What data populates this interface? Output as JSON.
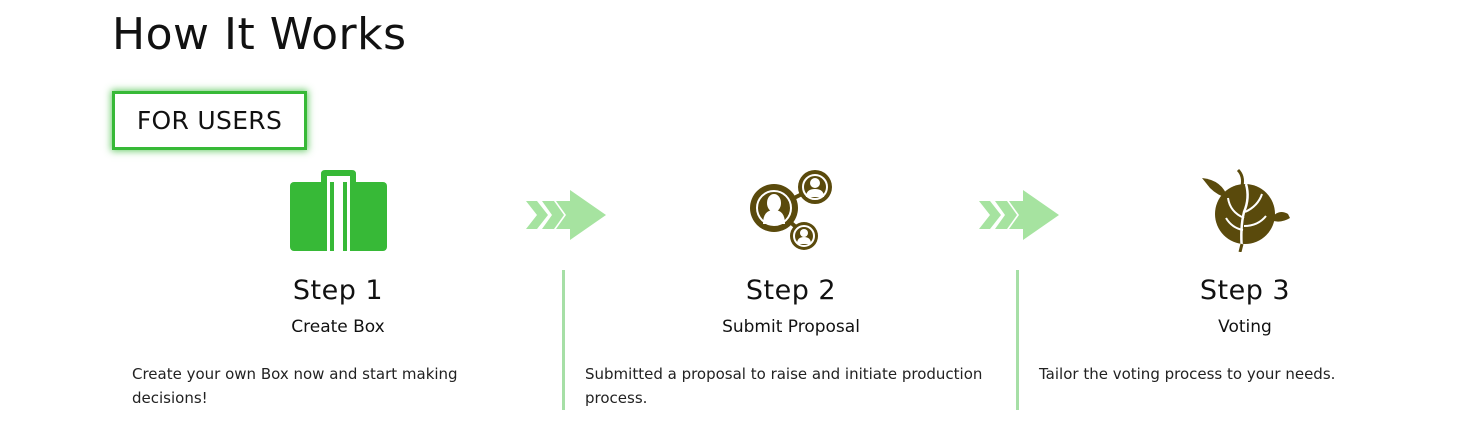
{
  "section": {
    "title": "How It Works",
    "tab_label": "FOR USERS"
  },
  "colors": {
    "accent_green": "#37b937",
    "light_green": "#a6e3a0",
    "olive": "#5a4a0c"
  },
  "steps": [
    {
      "icon": "briefcase-icon",
      "heading": "Step 1",
      "subtitle": "Create Box",
      "description": "Create your own Box now and start making decisions!"
    },
    {
      "icon": "network-people-icon",
      "heading": "Step 2",
      "subtitle": "Submit Proposal",
      "description": "Submitted a proposal to raise and initiate production process."
    },
    {
      "icon": "leaf-sprout-icon",
      "heading": "Step 3",
      "subtitle": "Voting",
      "description": "Tailor the voting process to your needs."
    }
  ]
}
